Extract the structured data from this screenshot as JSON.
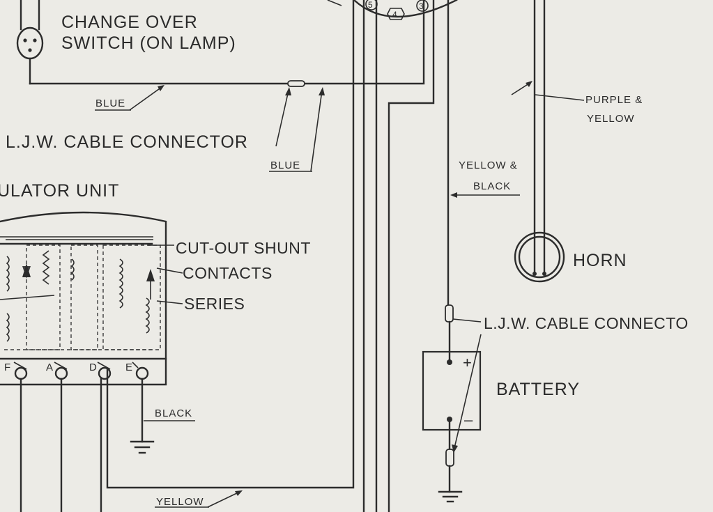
{
  "labels": {
    "change_over_line1": "CHANGE  OVER",
    "change_over_line2": "SWITCH (ON LAMP)",
    "blue_1": "BLUE",
    "blue_2": "BLUE",
    "cable_connector_1": "L.J.W. CABLE  CONNECTOR",
    "regulator_unit": "ULATOR  UNIT",
    "cut_out_shunt": "CUT-OUT  SHUNT",
    "contacts": "CONTACTS",
    "series": "SERIES",
    "terminal_f": "F",
    "terminal_a": "A",
    "terminal_d": "D",
    "terminal_e": "E",
    "black": "BLACK",
    "yellow": "YELLOW",
    "purple_yellow_1": "PURPLE  &",
    "purple_yellow_2": "YELLOW",
    "yellow_black_1": "YELLOW &",
    "yellow_black_2": "BLACK",
    "horn": "HORN",
    "cable_connector_2": "L.J.W. CABLE CONNECTO",
    "battery": "BATTERY",
    "battery_plus": "+",
    "battery_minus": "–",
    "switch_terminals": [
      "5",
      "4",
      "3"
    ]
  }
}
